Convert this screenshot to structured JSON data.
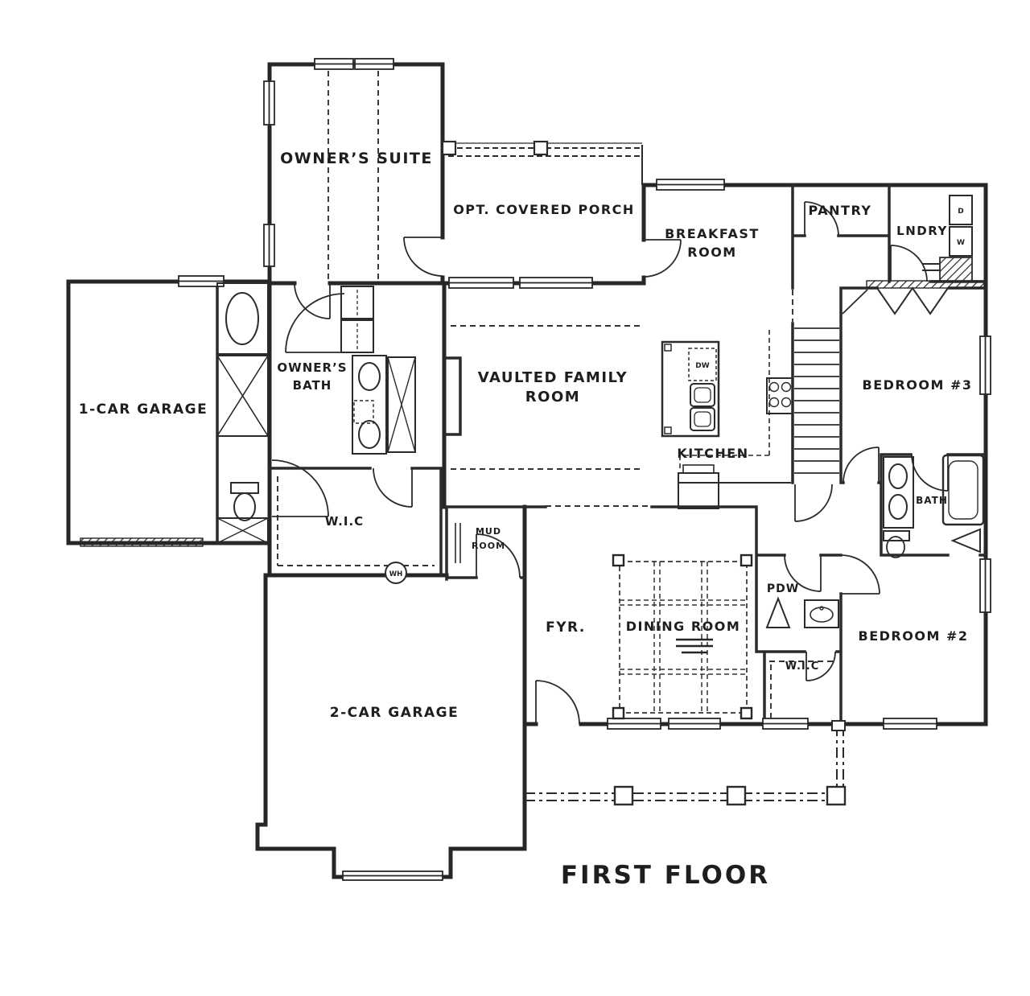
{
  "title": "FIRST FLOOR",
  "rooms": {
    "owners_suite": "OWNER’S SUITE",
    "opt_covered_porch": "OPT. COVERED PORCH",
    "breakfast_room_line1": "BREAKFAST",
    "breakfast_room_line2": "ROOM",
    "pantry": "PANTRY",
    "laundry": "LNDRY",
    "owners_bath_line1": "OWNER’S",
    "owners_bath_line2": "BATH",
    "one_car_garage": "1-CAR GARAGE",
    "family_room_line1": "VAULTED FAMILY",
    "family_room_line2": "ROOM",
    "kitchen": "KITCHEN",
    "bedroom_3": "BEDROOM #3",
    "hall_bath": "BATH",
    "owners_closet": "W.I.C",
    "mud_room_line1": "MUD",
    "mud_room_line2": "ROOM",
    "foyer": "FYR.",
    "dining_room": "DINING ROOM",
    "powder_room": "PDW",
    "bedroom2_closet": "W.I.C",
    "bedroom_2": "BEDROOM #2",
    "two_car_garage": "2-CAR GARAGE"
  },
  "fixtures": {
    "water_heater": "WH",
    "dishwasher": "DW",
    "dryer": "D",
    "washer": "W"
  },
  "colors": {
    "line": "#262626",
    "background": "#ffffff"
  }
}
